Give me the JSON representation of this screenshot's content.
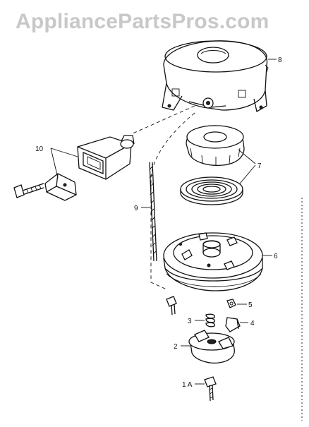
{
  "watermark": "AppliancePartsPros.com",
  "callouts": [
    {
      "id": "8",
      "label": "8"
    },
    {
      "id": "7",
      "label": "7"
    },
    {
      "id": "10",
      "label": "10"
    },
    {
      "id": "9",
      "label": "9"
    },
    {
      "id": "6",
      "label": "6"
    },
    {
      "id": "5",
      "label": "5"
    },
    {
      "id": "3",
      "label": "3"
    },
    {
      "id": "4",
      "label": "4"
    },
    {
      "id": "2",
      "label": "2"
    },
    {
      "id": "1A",
      "label": "1 A"
    }
  ]
}
